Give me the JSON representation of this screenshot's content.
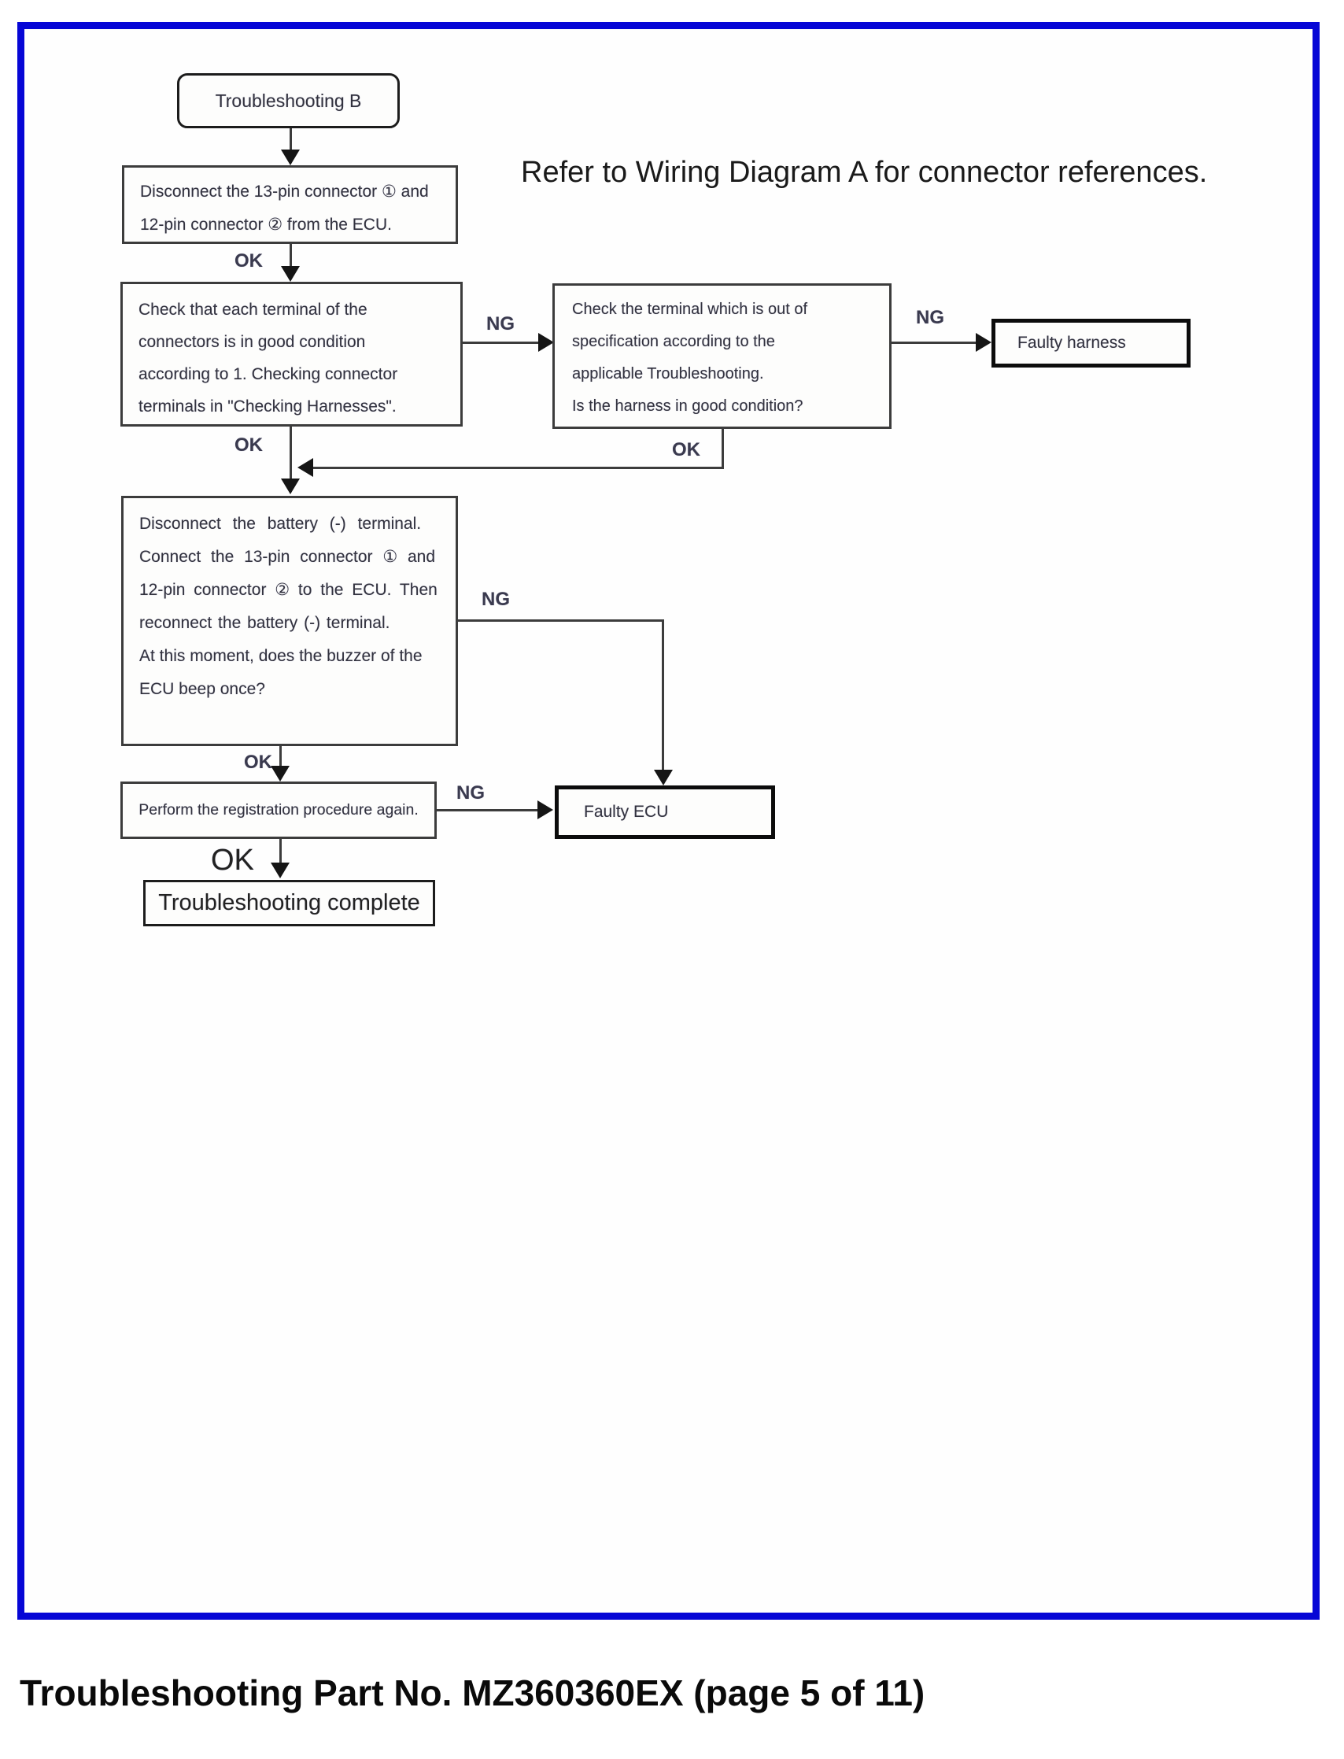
{
  "page": {
    "note": "Refer to Wiring Diagram A for connector references.",
    "caption": "Troubleshooting Part No. MZ360360EX (page 5 of 11)",
    "border_color": "#0606d6"
  },
  "labels": {
    "ok": "OK",
    "ng": "NG"
  },
  "flow": {
    "start": {
      "title": "Troubleshooting B"
    },
    "disconnect": {
      "lines": [
        "Disconnect the 13-pin connector ① and",
        "12-pin connector ② from the ECU."
      ]
    },
    "check_terminals": {
      "lines": [
        "Check that each terminal of the",
        "connectors is in good condition",
        "according to 1. Checking connector",
        "terminals in \"Checking Harnesses\"."
      ]
    },
    "check_out_of_spec": {
      "lines": [
        "Check the terminal which is out of",
        "specification according to the",
        "applicable Troubleshooting.",
        "Is the harness in good condition?"
      ]
    },
    "faulty_harness": {
      "title": "Faulty harness"
    },
    "battery": {
      "lines": [
        "Disconnect the battery (-) terminal.",
        "Connect the 13-pin connector ① and",
        "12-pin connector ② to the ECU. Then",
        "reconnect the battery (-) terminal.",
        "At this moment, does the buzzer of the",
        "ECU beep once?"
      ]
    },
    "register": {
      "title": "Perform the registration procedure again."
    },
    "faulty_ecu": {
      "title": "Faulty ECU"
    },
    "complete": {
      "title": "Troubleshooting complete"
    }
  }
}
